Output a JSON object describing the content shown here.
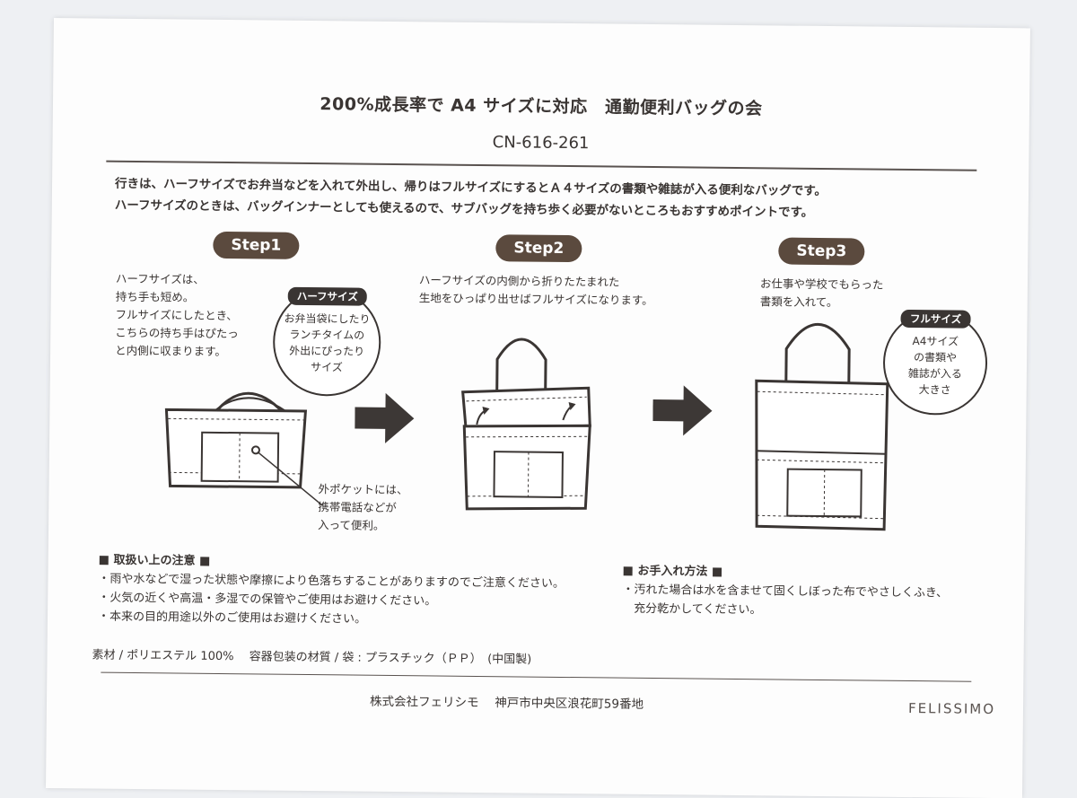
{
  "title": "200%成長率で A4 サイズに対応　通勤便利バッグの会",
  "code": "CN-616-261",
  "intro": [
    "行きは、ハーフサイズでお弁当などを入れて外出し、帰りはフルサイズにするとＡ４サイズの書類や雑誌が入る便利なバッグです。",
    "ハーフサイズのときは、バッグインナーとしても使えるので、サブバッグを持ち歩く必要がないところもおすすめポイントです。"
  ],
  "steps": [
    {
      "label": "Step1",
      "note": [
        "ハーフサイズは、",
        "持ち手も短め。",
        "フルサイズにしたとき、",
        "こちらの持ち手はぴたっ",
        "と内側に収まります。"
      ],
      "badge": {
        "tag": "ハーフサイズ",
        "lines": [
          "お弁当袋にしたり",
          "ランチタイムの",
          "外出にぴったり",
          "サイズ"
        ]
      },
      "pocket_note": [
        "外ポケットには、",
        "携帯電話などが",
        "入って便利。"
      ]
    },
    {
      "label": "Step2",
      "note": [
        "ハーフサイズの内側から折りたたまれた",
        "生地をひっぱり出せばフルサイズになります。"
      ]
    },
    {
      "label": "Step3",
      "note": [
        "お仕事や学校でもらった",
        "書類を入れて。"
      ],
      "badge": {
        "tag": "フルサイズ",
        "lines": [
          "A4サイズ",
          "の書類や",
          "雑誌が入る",
          "大きさ"
        ]
      }
    }
  ],
  "caution": {
    "heading": "■ 取扱い上の注意 ■",
    "items": [
      "・雨や水などで湿った状態や摩擦により色落ちすることがありますのでご注意ください。",
      "・火気の近くや高温・多湿での保管やご使用はお避けください。",
      "・本来の目的用途以外のご使用はお避けください。"
    ]
  },
  "care": {
    "heading": "■ お手入れ方法 ■",
    "items": [
      "・汚れた場合は水を含ませて固くしぼった布でやさしくふき、",
      "　充分乾かしてください。"
    ]
  },
  "material": "素材 / ポリエステル 100%　 容器包装の材質 / 袋 : プラスチック（ＰＰ）　(中国製)",
  "company": "株式会社フェリシモ　 神戸市中央区浪花町59番地",
  "brand": "FELISSIMO",
  "colors": {
    "pill": "#5b4a3e",
    "ink": "#3a3533"
  }
}
